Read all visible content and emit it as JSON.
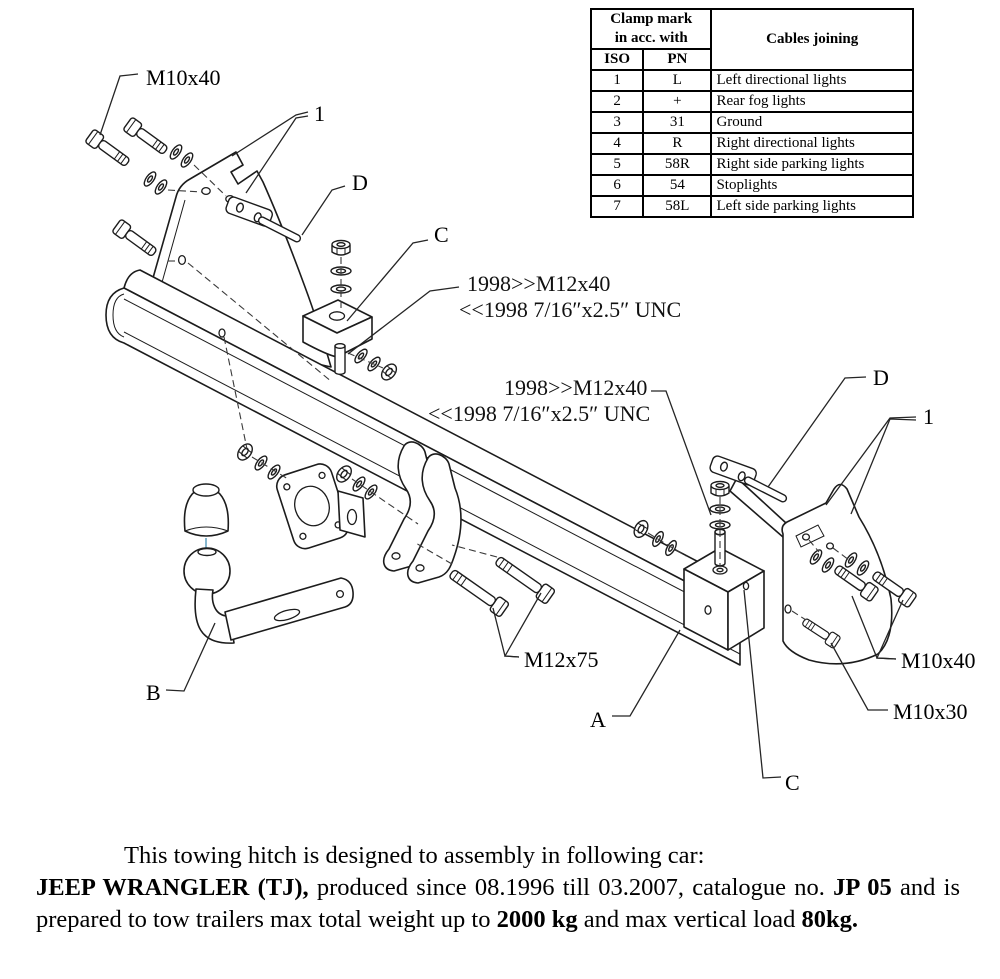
{
  "table": {
    "clamp_header_line1": "Clamp mark",
    "clamp_header_line2": "in acc. with",
    "cables_header": "Cables joining",
    "iso_header": "ISO",
    "pn_header": "PN",
    "rows": [
      {
        "iso": "1",
        "pn": "L",
        "cable": "Left directional lights"
      },
      {
        "iso": "2",
        "pn": "+",
        "cable": "Rear fog lights"
      },
      {
        "iso": "3",
        "pn": "31",
        "cable": "Ground"
      },
      {
        "iso": "4",
        "pn": "R",
        "cable": "Right directional lights"
      },
      {
        "iso": "5",
        "pn": "58R",
        "cable": "Right side parking lights"
      },
      {
        "iso": "6",
        "pn": "54",
        "cable": "Stoplights"
      },
      {
        "iso": "7",
        "pn": "58L",
        "cable": "Left side parking lights"
      }
    ]
  },
  "diagram": {
    "labels": {
      "m10x40_left": "M10x40",
      "part1_left": "1",
      "d_left": "D",
      "c_top": "C",
      "ann1_line1": "1998>>M12x40",
      "ann1_line2": "<<1998 7/16″x2.5″ UNC",
      "ann2_line1": "1998>>M12x40",
      "ann2_line2": "<<1998 7/16″x2.5″ UNC",
      "d_right": "D",
      "part1_right": "1",
      "m12x75": "M12x75",
      "m10x40_right": "M10x40",
      "m10x30": "M10x30",
      "a": "A",
      "b": "B",
      "c_bottom": "C"
    },
    "line_color": "#1c1c1c",
    "accent_blue": "#86b7cf"
  },
  "footer": {
    "line1": "This towing hitch is designed to assembly in following car:",
    "car": "JEEP WRANGLER (TJ),",
    "mid1": " produced since 08.1996 till 03.2007, catalogue no. ",
    "catalog": "JP 05",
    "mid2": " and is prepared to tow trailers max total weight up to ",
    "weight": "2000 kg",
    "mid3": " and max vertical load ",
    "load": "80kg."
  }
}
